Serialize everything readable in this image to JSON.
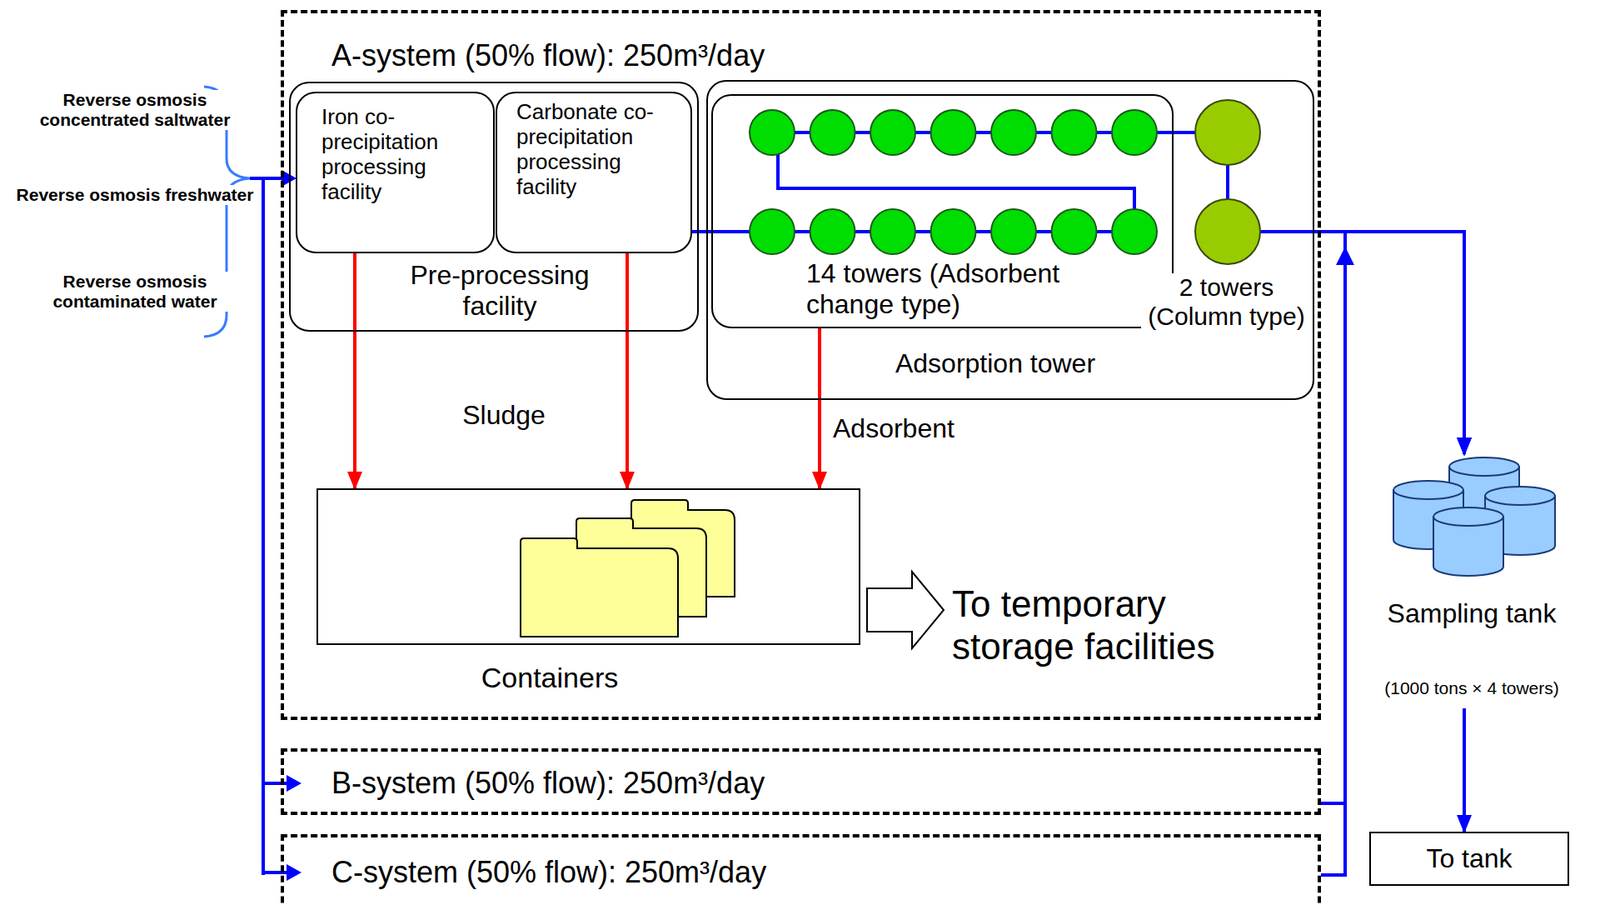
{
  "diagram": {
    "nodes": [
      {
        "text": [
          "A-system (50% flow): 250m³/day"
        ]
      },
      {
        "text": [
          "Pre-processing facility"
        ],
        "in": 0
      },
      {
        "text": [
          "Iron co-precipitation processing facility"
        ],
        "in": 1
      },
      {
        "text": [
          "Carbonate co-precipitation processing facility"
        ],
        "in": 1
      },
      {
        "text": [
          "Adsorption tower"
        ],
        "in": 0
      },
      {
        "text": [
          "14 towers (Adsorbent change type)"
        ],
        "in": 4
      },
      {
        "text": [
          "Containers"
        ],
        "in": 0
      },
      {
        "text": [
          "Sampling tank",
          "(1000 tons × 4 towers)"
        ]
      },
      {
        "text": [
          "To tank"
        ]
      },
      {
        "text": [
          "B-system (50% flow): 250m³/day"
        ]
      },
      {
        "text": [
          "C-system (50% flow): 250m³/day"
        ]
      }
    ],
    "edges": [
      {
        "from": 3,
        "to": 5,
        "arrow": "none"
      },
      {
        "from": 2,
        "to": 6,
        "arrow": "to"
      },
      {
        "from": 3,
        "to": 6,
        "arrow": "to"
      },
      {
        "from": 5,
        "to": 6,
        "arrow": "to"
      },
      {
        "from": 4,
        "to": 7,
        "arrow": "to"
      },
      {
        "from": 9,
        "to": 7,
        "arrow": "to"
      },
      {
        "from": 10,
        "to": 7,
        "arrow": "to"
      },
      {
        "from": 7,
        "to": 8,
        "arrow": "to"
      }
    ],
    "labels": [
      "Reverse osmosis concentrated saltwater",
      "Reverse osmosis freshwater",
      "Reverse osmosis contaminated water",
      "2 towers (Column type)",
      "Sludge",
      "Adsorbent",
      "To temporary storage facilities"
    ]
  }
}
